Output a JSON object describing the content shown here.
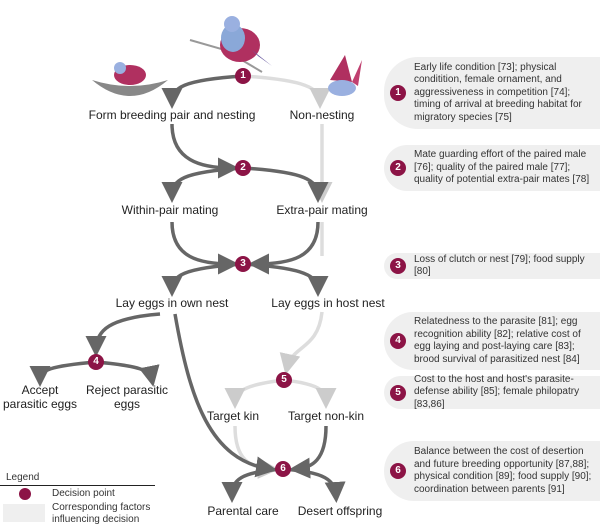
{
  "colors": {
    "decision": "#8c1446",
    "panel": "#efefef",
    "main_path": "#666666",
    "alt_path": "#cccccc"
  },
  "nodes": [
    "1",
    "2",
    "3",
    "4",
    "5",
    "6"
  ],
  "labels": {
    "form_pair": "Form breeding pair and nesting",
    "non_nesting": "Non-nesting",
    "within_pair": "Within-pair mating",
    "extra_pair": "Extra-pair mating",
    "own_nest": "Lay eggs in own nest",
    "host_nest": "Lay eggs in host nest",
    "accept": "Accept parasitic eggs",
    "reject": "Reject parasitic eggs",
    "target_kin": "Target kin",
    "target_nonkin": "Target non-kin",
    "parental_care": "Parental care",
    "desert": "Desert offspring"
  },
  "factors": [
    {
      "num": "1",
      "text": "Early life condition [73]; physical conditition, female ornament, and aggressiveness in competition [74]; timing of arrival at breeding habitat for migratory species [75]"
    },
    {
      "num": "2",
      "text": "Mate guarding effort of the paired male [76]; quality of the paired male [77]; quality of potential extra-pair mates [78]"
    },
    {
      "num": "3",
      "text": "Loss of clutch or nest [79]; food supply [80]"
    },
    {
      "num": "4",
      "text": "Relatedness to the parasite [81]; egg recognition ability [82]; relative cost of egg laying and post-laying care [83]; brood survival of parasitized nest [84]"
    },
    {
      "num": "5",
      "text": "Cost to the host and host's parasite-defense ability [85]; female philopatry [83,86]"
    },
    {
      "num": "6",
      "text": "Balance between the cost of desertion and future breeding opportunity [87,88]; physical condition [89]; food supply [90]; coordination between parents [91]"
    }
  ],
  "legend": {
    "title": "Legend",
    "decision_point": "Decision point",
    "factors": "Corresponding factors influencing decision"
  }
}
